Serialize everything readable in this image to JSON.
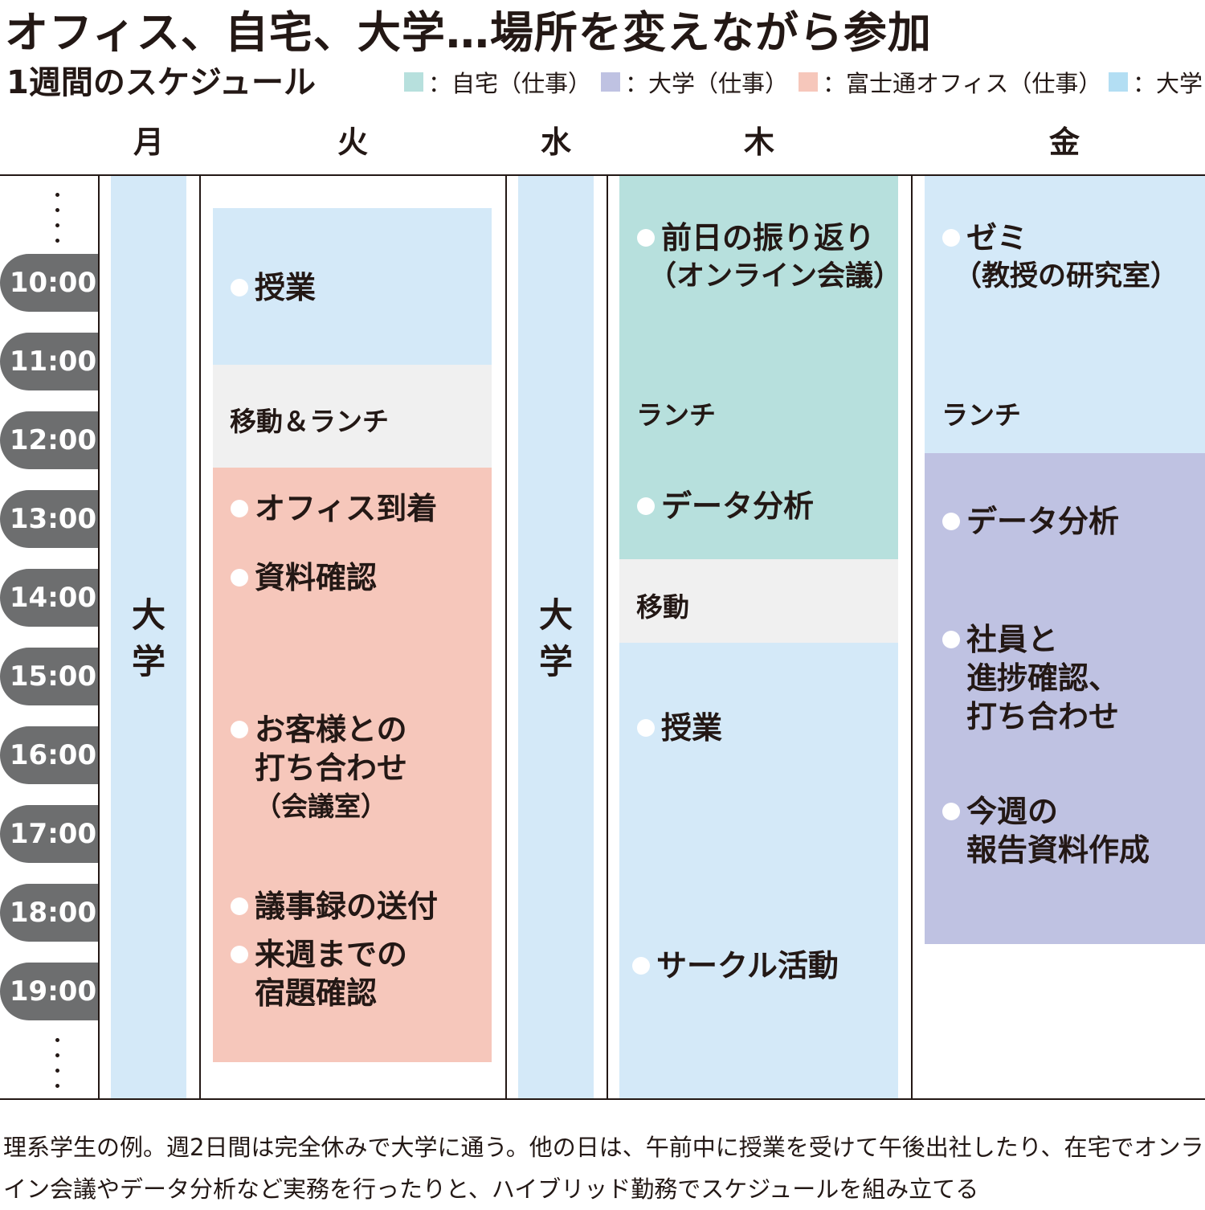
{
  "header": {
    "title": "オフィス、自宅、大学…場所を変えながら参加",
    "subtitle": "1週間のスケジュール"
  },
  "legend": [
    {
      "label": "：自宅（仕事）",
      "color": "#b7e0dd"
    },
    {
      "label": "：大学（仕事）",
      "color": "#bfc2e2"
    },
    {
      "label": "：富士通オフィス（仕事）",
      "color": "#f6c7bb"
    },
    {
      "label": "：大学",
      "color": "#b3def3"
    }
  ],
  "days": [
    "月",
    "火",
    "水",
    "木",
    "金"
  ],
  "times": [
    "10:00",
    "11:00",
    "12:00",
    "13:00",
    "14:00",
    "15:00",
    "16:00",
    "17:00",
    "18:00",
    "19:00"
  ],
  "colors": {
    "university": "#d4e9f8",
    "home_work": "#b7e0dd",
    "office_work": "#f6c7bb",
    "university_work": "#bfc2e2",
    "transit": "#f0f0f0",
    "time_pill": "#6d6e6f",
    "ink": "#231815"
  },
  "monday": {
    "label": "大学"
  },
  "tuesday": {
    "class": "授業",
    "transit": "移動＆ランチ",
    "office_arrival": "オフィス到着",
    "doc_check": "資料確認",
    "client_meeting": [
      "お客様との",
      "打ち合わせ",
      "（会議室）"
    ],
    "minutes": "議事録の送付",
    "homework": [
      "来週までの",
      "宿題確認"
    ]
  },
  "wednesday": {
    "label": "大学"
  },
  "thursday": {
    "review": [
      "前日の振り返り",
      "（オンライン会議）"
    ],
    "lunch": "ランチ",
    "data_analysis": "データ分析",
    "transit": "移動",
    "class": "授業",
    "club": "サークル活動"
  },
  "friday": {
    "seminar": [
      "ゼミ",
      "（教授の研究室）"
    ],
    "lunch": "ランチ",
    "data_analysis": "データ分析",
    "progress_check": [
      "社員と",
      "進捗確認、",
      "打ち合わせ"
    ],
    "weekly_report": [
      "今週の",
      "報告資料作成"
    ]
  },
  "caption": "理系学生の例。週2日間は完全休みで大学に通う。他の日は、午前中に授業を受けて午後出社したり、在宅でオンライン会議やデータ分析など実務を行ったりと、ハイブリッド勤務でスケジュールを組み立てる"
}
